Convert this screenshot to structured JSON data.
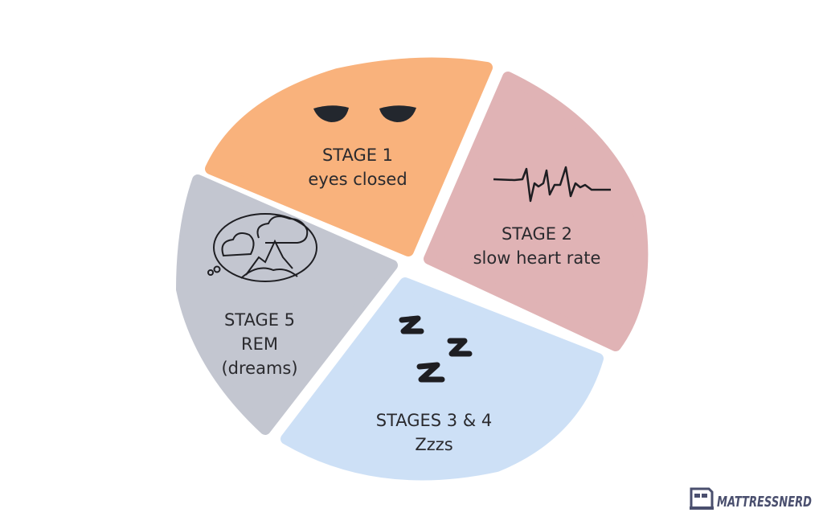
{
  "segments": [
    {
      "title": "STAGE 1",
      "subtitle": "eyes closed",
      "color": "#F9B27C",
      "icon": "closed-eyes-icon"
    },
    {
      "title": "STAGE 2",
      "subtitle": "slow heart rate",
      "color": "#E0B3B5",
      "icon": "heartbeat-icon"
    },
    {
      "title": "STAGES 3 & 4",
      "subtitle": "Zzzs",
      "color": "#CDE0F6",
      "icon": "zzz-icon"
    },
    {
      "title": "STAGE 5",
      "subtitle": "REM",
      "subtitle2": "(dreams)",
      "color": "#C3C6D0",
      "icon": "dream-bubble-icon"
    }
  ],
  "logo": {
    "text": "MATTRESSNERD",
    "color": "#4A4F6E"
  },
  "text_color": "#2A2A2E"
}
